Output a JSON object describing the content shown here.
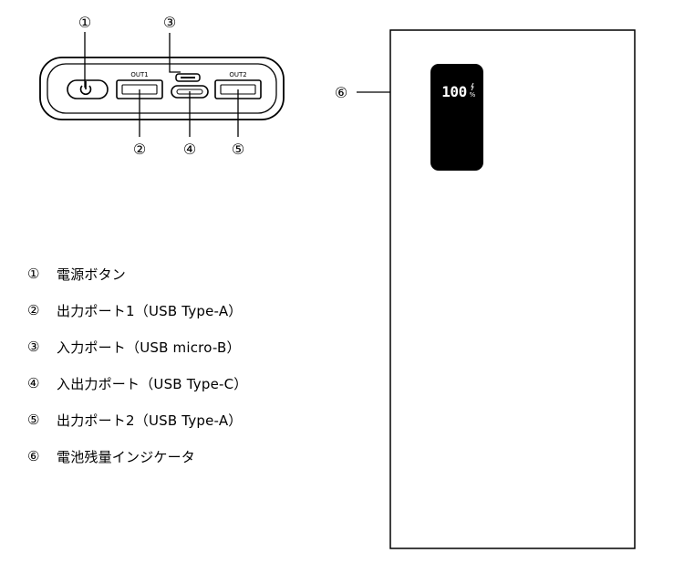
{
  "callouts": {
    "c1": "①",
    "c2": "②",
    "c3": "③",
    "c4": "④",
    "c5": "⑤",
    "c6": "⑥"
  },
  "ports": {
    "out1_label": "OUT1",
    "out2_label": "OUT2"
  },
  "display": {
    "reading": "100",
    "unit": "%",
    "level_percent": 100
  },
  "legend": [
    {
      "num": "①",
      "text": "電源ボタン"
    },
    {
      "num": "②",
      "text": "出力ポート1（USB Type-A）"
    },
    {
      "num": "③",
      "text": "入力ポート（USB micro-B）"
    },
    {
      "num": "④",
      "text": "入出力ポート（USB Type-C）"
    },
    {
      "num": "⑤",
      "text": "出力ポート2（USB Type-A）"
    },
    {
      "num": "⑥",
      "text": "電池残量インジケータ"
    }
  ],
  "colors": {
    "line": "#000000",
    "display_bg": "#000000",
    "display_fg": "#ffffff"
  }
}
